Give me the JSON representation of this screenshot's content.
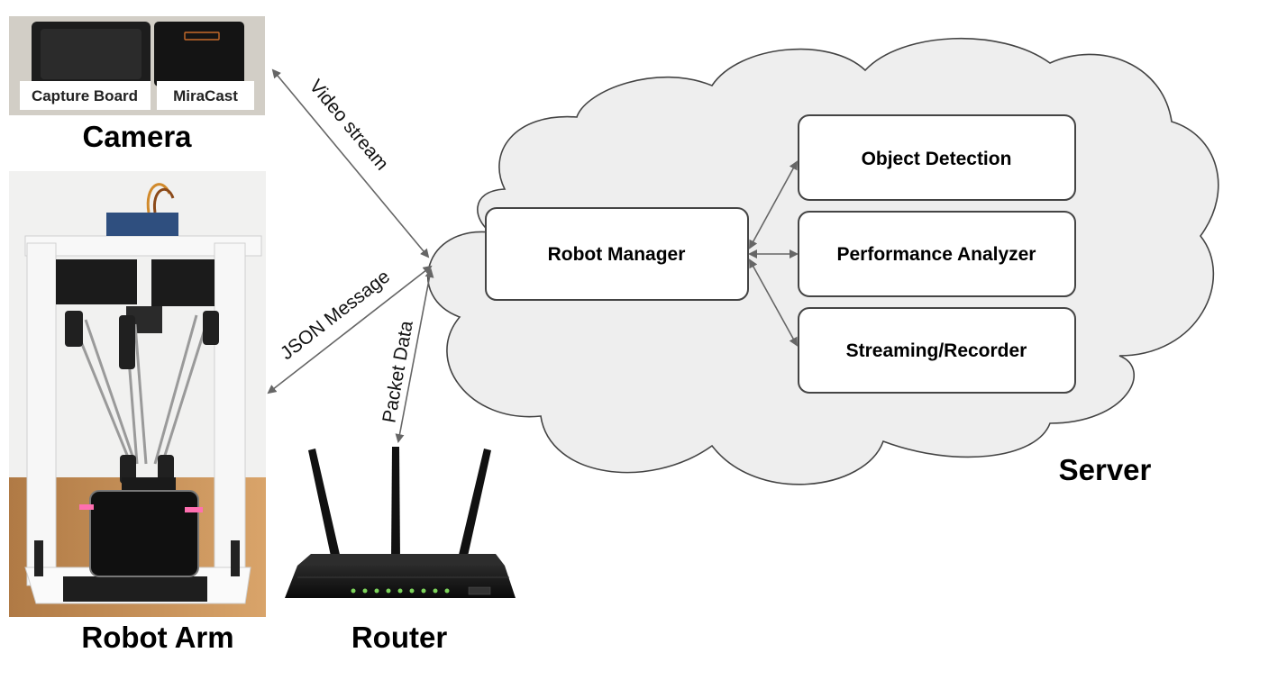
{
  "labels": {
    "camera": "Camera",
    "robot_arm": "Robot Arm",
    "router": "Router",
    "server": "Server"
  },
  "camera_photo": {
    "capture_board": "Capture Board",
    "miracast": "MiraCast"
  },
  "edges": {
    "video_stream": "Video stream",
    "json_message": "JSON Message",
    "packet_data": "Packet Data"
  },
  "server_boxes": {
    "robot_manager": "Robot Manager",
    "object_detection": "Object Detection",
    "performance_analyzer": "Performance Analyzer",
    "streaming_recorder": "Streaming/Recorder"
  },
  "colors": {
    "cloud_fill": "#eeeeee",
    "cloud_stroke": "#444444",
    "arrow": "#666666",
    "box_stroke": "#444444"
  }
}
